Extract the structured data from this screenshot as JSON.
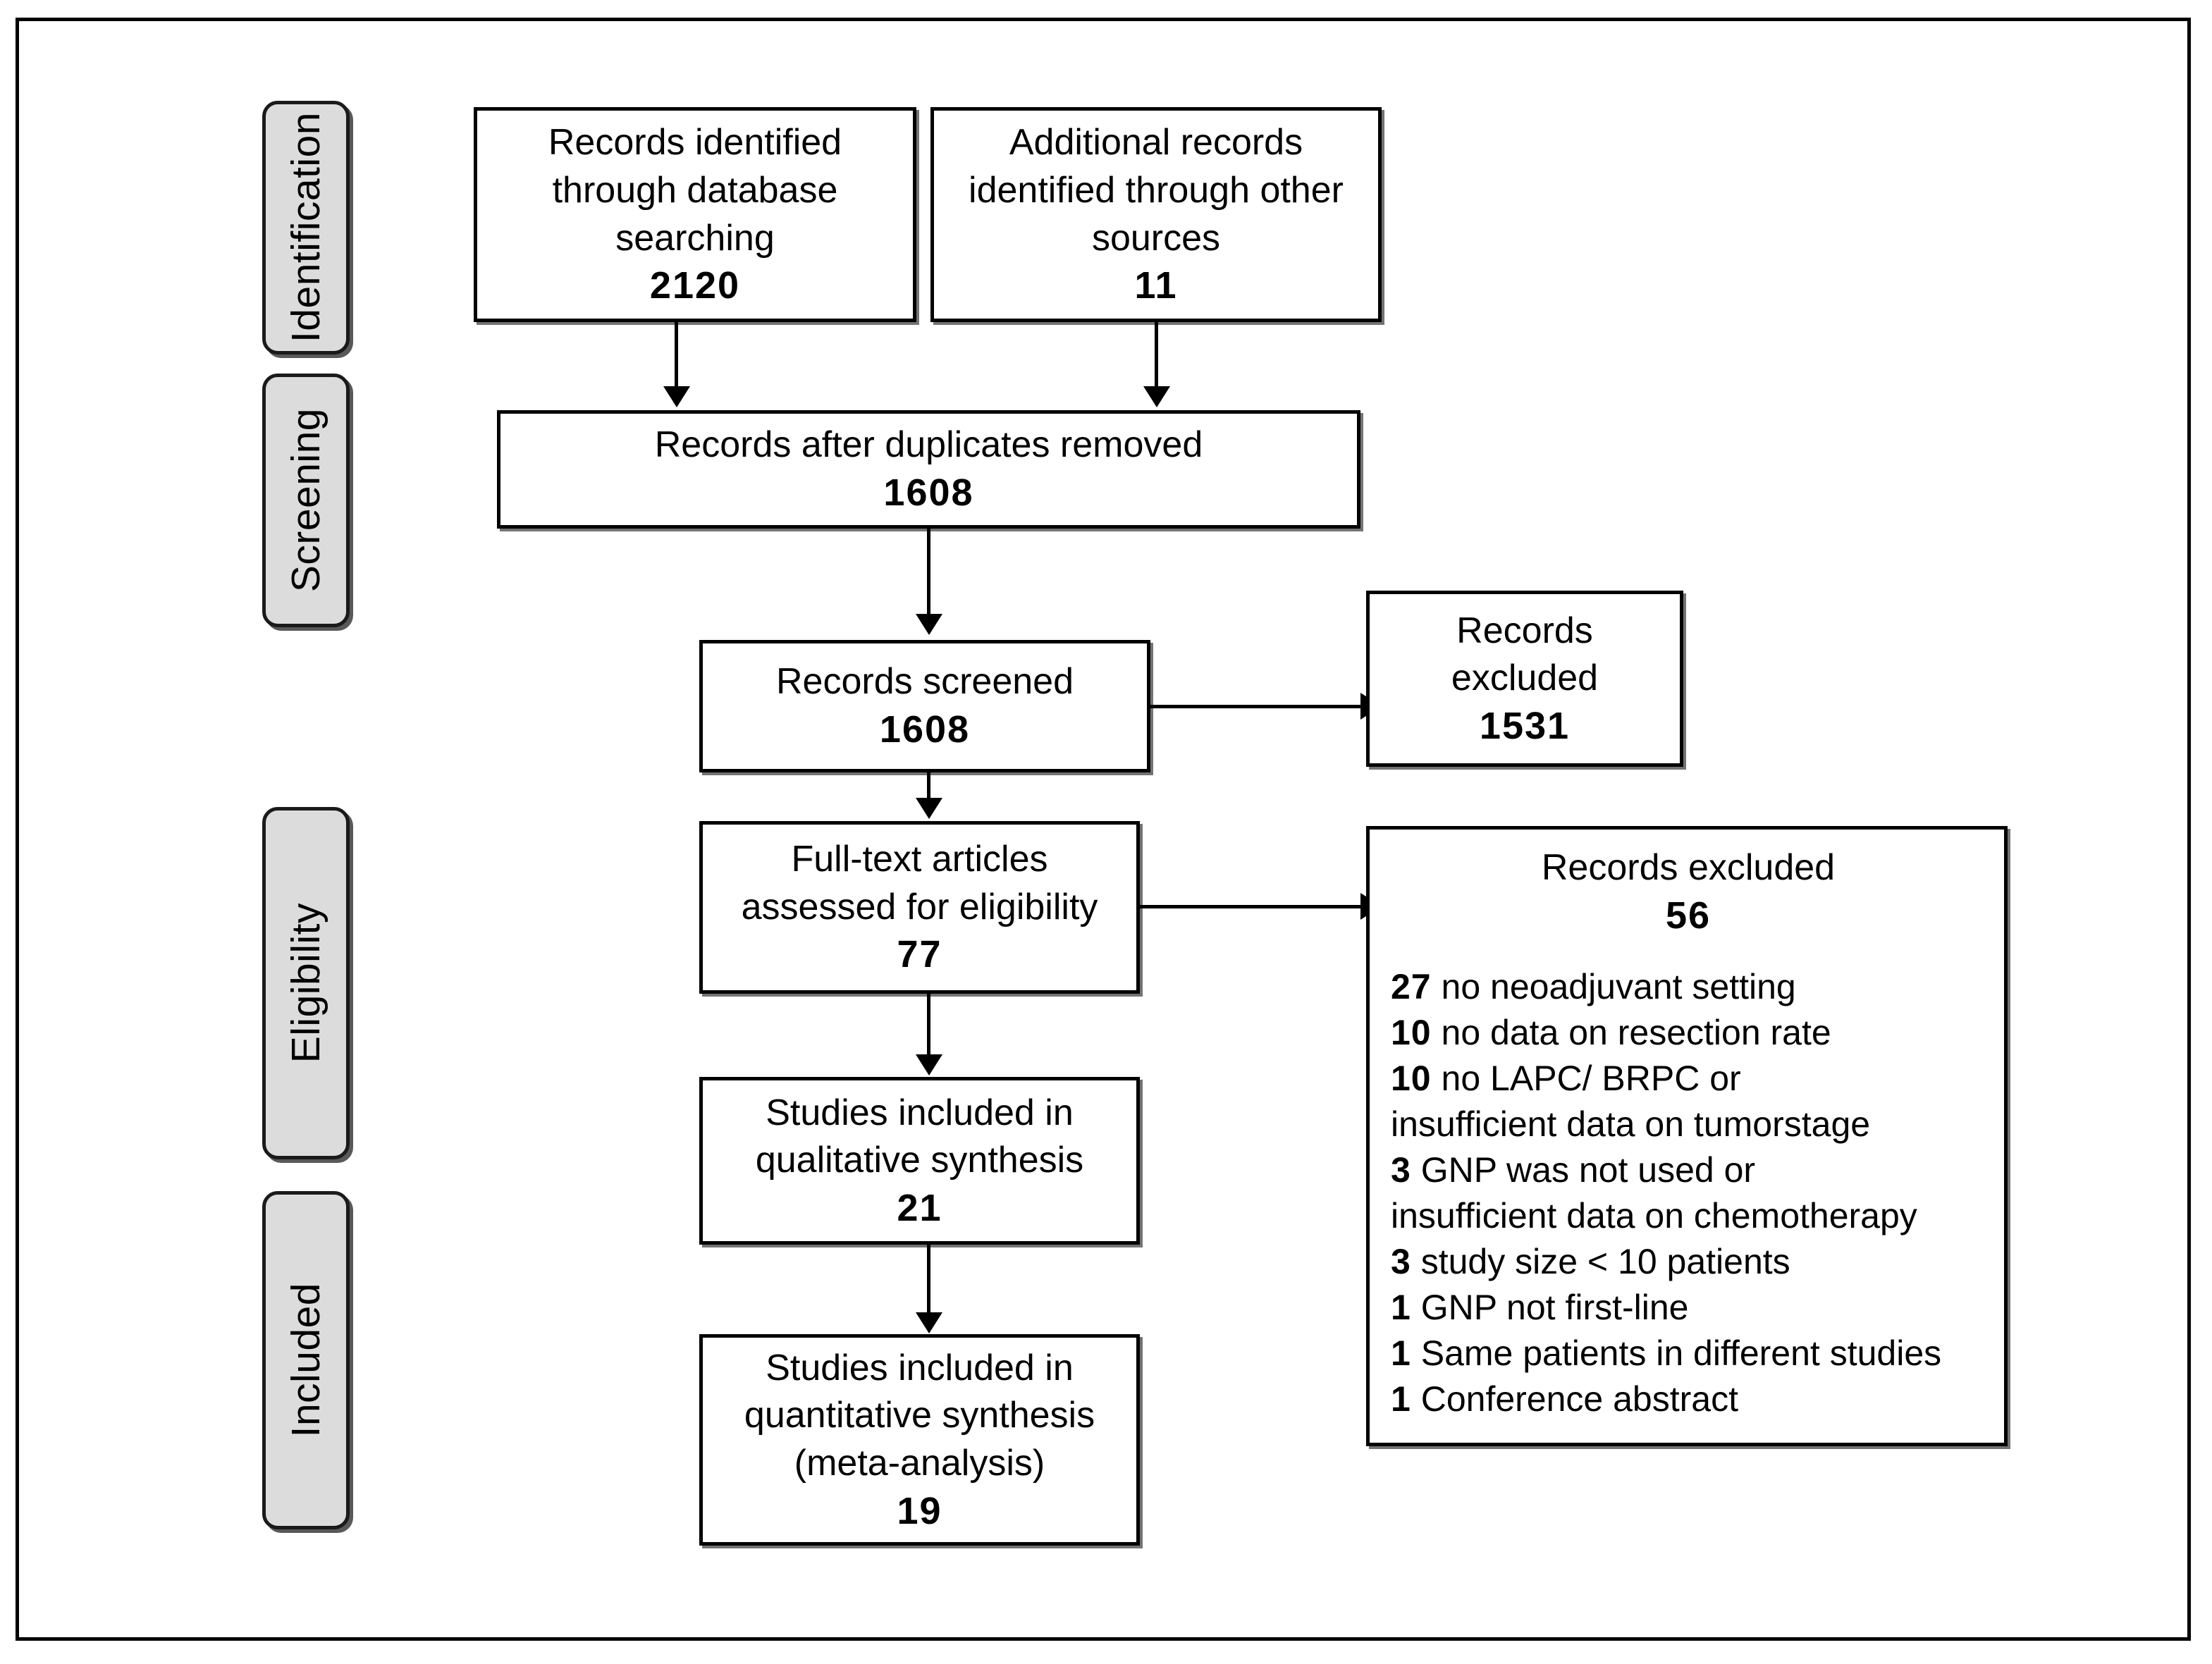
{
  "diagram": {
    "title": "PRISMA flow diagram",
    "type": "prisma-flowchart"
  },
  "stages": [
    {
      "id": "identification",
      "label": "Identification"
    },
    {
      "id": "screening",
      "label": "Screening"
    },
    {
      "id": "eligibility",
      "label": "Eligibility"
    },
    {
      "id": "included",
      "label": "Included"
    }
  ],
  "boxes": {
    "db_search": {
      "line1": "Records identified",
      "line2": "through database",
      "line3": "searching",
      "count": "2120"
    },
    "other_sources": {
      "line1": "Additional records",
      "line2": "identified through other",
      "line3": "sources",
      "count": "11"
    },
    "duplicates_removed": {
      "line1": "Records after duplicates  removed",
      "count": "1608"
    },
    "records_screened": {
      "line1": "Records screened",
      "count": "1608"
    },
    "records_excluded_screen": {
      "line1": "Records",
      "line2": "excluded",
      "count": "1531"
    },
    "fulltext_assessed": {
      "line1": "Full-text articles",
      "line2": "assessed for eligibility",
      "count": "77"
    },
    "qualitative": {
      "line1": "Studies included in",
      "line2": "qualitative  synthesis",
      "count": "21"
    },
    "quantitative": {
      "line1": "Studies included in",
      "line2": "quantitative  synthesis",
      "line3": "(meta-analysis)",
      "count": "19"
    },
    "records_excluded_fulltext": {
      "heading": "Records excluded",
      "count": "56",
      "reasons": [
        {
          "n": "27",
          "text": "no neoadjuvant setting",
          "cont": ""
        },
        {
          "n": "10",
          "text": "no data on resection rate",
          "cont": ""
        },
        {
          "n": "10",
          "text": "no LAPC/ BRPC or",
          "cont": "insufficient data on tumorstage"
        },
        {
          "n": "3",
          "text": "GNP was not used or",
          "cont": "insufficient data on chemotherapy"
        },
        {
          "n": "3",
          "text": "study size < 10 patients",
          "cont": ""
        },
        {
          "n": "1",
          "text": "GNP not first-line",
          "cont": ""
        },
        {
          "n": "1",
          "text": "Same patients  in different studies",
          "cont": ""
        },
        {
          "n": "1",
          "text": "Conference abstract",
          "cont": ""
        }
      ]
    }
  },
  "chart_data": {
    "type": "diagram",
    "title": "PRISMA flow diagram",
    "nodes": [
      {
        "id": "db_search",
        "stage": "Identification",
        "label": "Records identified through database searching",
        "value": 2120
      },
      {
        "id": "other_sources",
        "stage": "Identification",
        "label": "Additional records identified through other sources",
        "value": 11
      },
      {
        "id": "duplicates_removed",
        "stage": "Screening",
        "label": "Records after duplicates removed",
        "value": 1608
      },
      {
        "id": "records_screened",
        "stage": "Screening",
        "label": "Records screened",
        "value": 1608
      },
      {
        "id": "records_excluded_screen",
        "stage": "Screening",
        "label": "Records excluded",
        "value": 1531
      },
      {
        "id": "fulltext_assessed",
        "stage": "Eligibility",
        "label": "Full-text articles assessed for eligibility",
        "value": 77
      },
      {
        "id": "records_excluded_fulltext",
        "stage": "Eligibility",
        "label": "Records excluded",
        "value": 56
      },
      {
        "id": "qualitative",
        "stage": "Included",
        "label": "Studies included in qualitative synthesis",
        "value": 21
      },
      {
        "id": "quantitative",
        "stage": "Included",
        "label": "Studies included in quantitative synthesis (meta-analysis)",
        "value": 19
      }
    ],
    "edges": [
      {
        "from": "db_search",
        "to": "duplicates_removed"
      },
      {
        "from": "other_sources",
        "to": "duplicates_removed"
      },
      {
        "from": "duplicates_removed",
        "to": "records_screened"
      },
      {
        "from": "records_screened",
        "to": "records_excluded_screen"
      },
      {
        "from": "records_screened",
        "to": "fulltext_assessed"
      },
      {
        "from": "fulltext_assessed",
        "to": "records_excluded_fulltext"
      },
      {
        "from": "fulltext_assessed",
        "to": "qualitative"
      },
      {
        "from": "qualitative",
        "to": "quantitative"
      }
    ],
    "exclusion_breakdown": {
      "total": 56,
      "items": [
        {
          "count": 27,
          "reason": "no neoadjuvant setting"
        },
        {
          "count": 10,
          "reason": "no data on resection rate"
        },
        {
          "count": 10,
          "reason": "no LAPC/ BRPC or insufficient data on tumorstage"
        },
        {
          "count": 3,
          "reason": "GNP was not used or insufficient data on chemotherapy"
        },
        {
          "count": 3,
          "reason": "study size < 10 patients"
        },
        {
          "count": 1,
          "reason": "GNP not first-line"
        },
        {
          "count": 1,
          "reason": "Same patients in different studies"
        },
        {
          "count": 1,
          "reason": "Conference abstract"
        }
      ]
    },
    "colors": {
      "box_border": "#000000",
      "stage_fill": "#dcdcdc",
      "background": "#ffffff"
    }
  }
}
